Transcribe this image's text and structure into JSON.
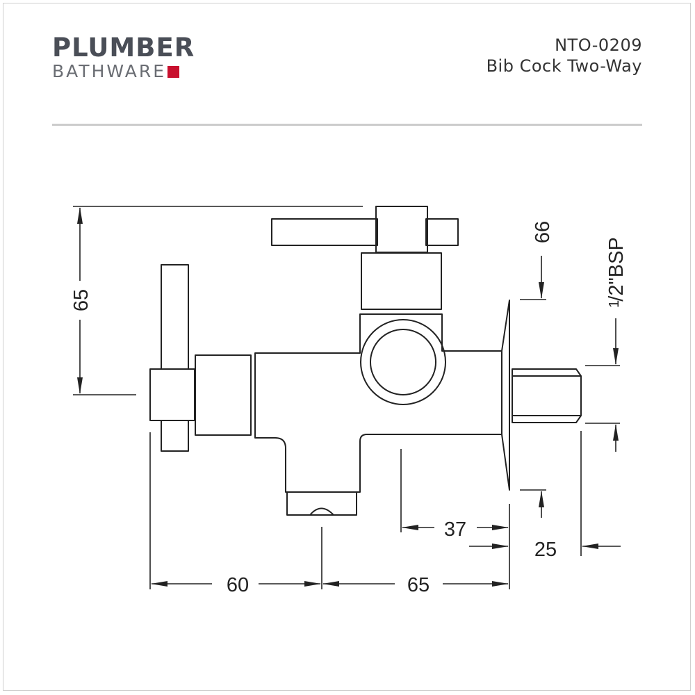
{
  "brand": {
    "name_top": "PLUMBER",
    "name_bottom": "BATHWARE",
    "accent_color": "#c8102e",
    "text_color": "#4a4e57"
  },
  "product": {
    "code": "NTO-0209",
    "name": "Bib Cock Two-Way"
  },
  "dimensions": {
    "height_total": "65",
    "height_outlet": "66",
    "thread": "1/2\"BSP",
    "thread_numerator": "1",
    "thread_denominator": "2",
    "thread_suffix": "\"BSP",
    "width_left": "60",
    "width_right": "65",
    "offset_37": "37",
    "offset_25": "25"
  },
  "colors": {
    "line": "#222222",
    "divider": "#cccccc"
  }
}
